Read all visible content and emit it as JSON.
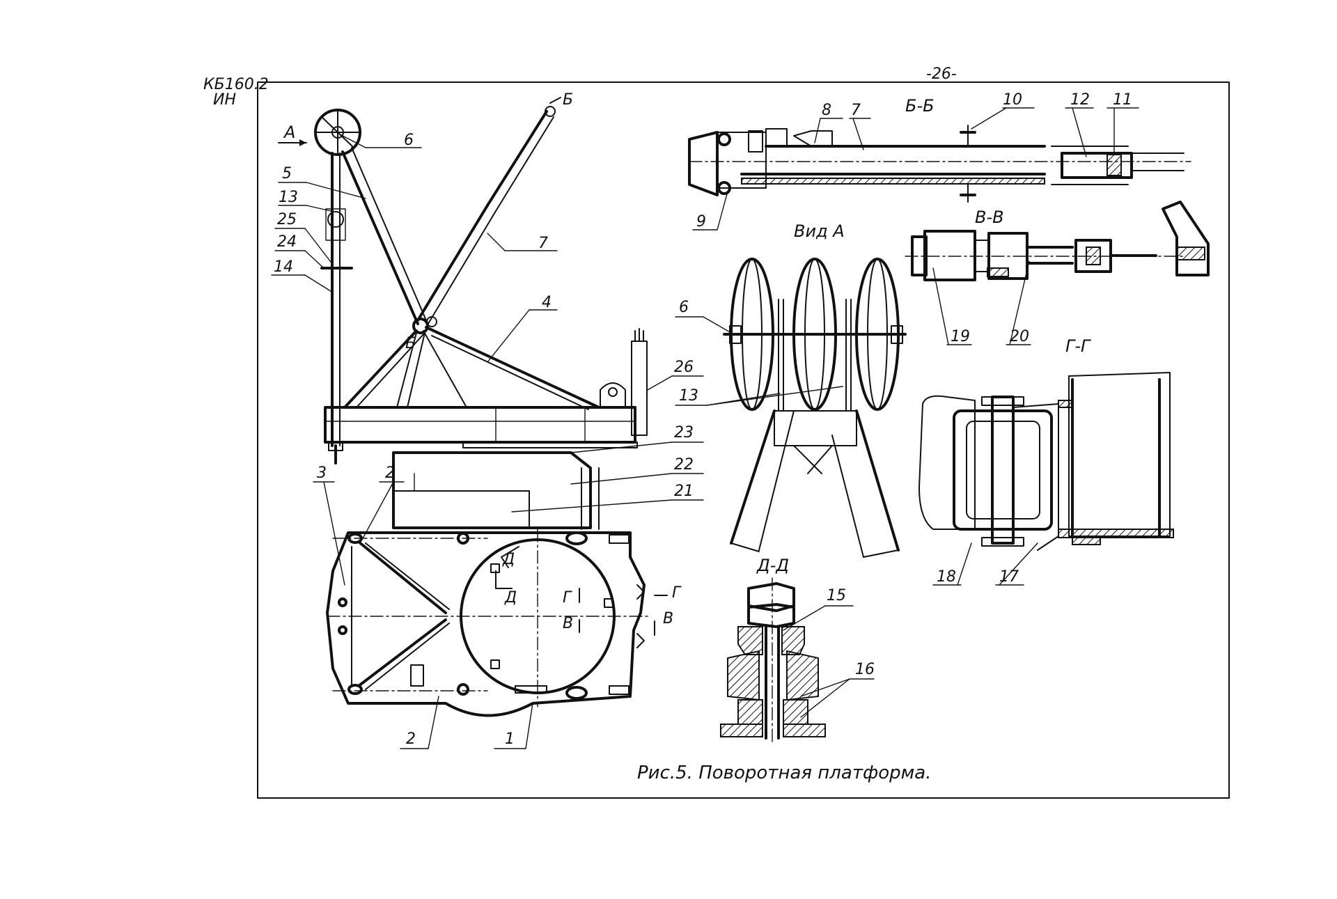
{
  "doc_code": {
    "line1": "КБ160.2",
    "line2": "ИН"
  },
  "page_number": "-26-",
  "caption": "Рис.5. Поворотная платформа.",
  "views": {
    "section_bb": "Б-Б",
    "view_a": "Вид А",
    "section_vv": "В-В",
    "section_gg": "Г-Г",
    "section_dd": "Д-Д"
  },
  "markers": {
    "arrow_a": "А",
    "arrow_b_top": "Б",
    "arrow_b_joint": "Б",
    "d_upper": "Д",
    "d_lower": "Д",
    "g_left": "Г",
    "g_right": "Г",
    "v_left": "В",
    "v_right": "В"
  },
  "callouts": {
    "c1": "1",
    "c2a": "2",
    "c2b": "2",
    "c3": "3",
    "c4": "4",
    "c5": "5",
    "c6a": "6",
    "c6b": "6",
    "c7a": "7",
    "c7b": "7",
    "c8": "8",
    "c9": "9",
    "c10": "10",
    "c11": "11",
    "c12": "12",
    "c13a": "13",
    "c13b": "13",
    "c14": "14",
    "c15": "15",
    "c16": "16",
    "c17": "17",
    "c18": "18",
    "c19": "19",
    "c20": "20",
    "c21": "21",
    "c22": "22",
    "c23": "23",
    "c24": "24",
    "c25": "25",
    "c26": "26"
  },
  "colors": {
    "ink": "#111111",
    "paper": "#ffffff"
  }
}
